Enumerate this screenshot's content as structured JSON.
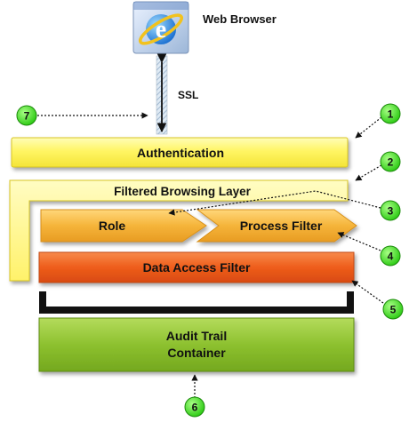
{
  "browser": {
    "label": "Web Browser",
    "icon": "internet-explorer-icon"
  },
  "connection": {
    "label": "SSL"
  },
  "layers": {
    "authentication": "Authentication",
    "filtered_browsing": "Filtered Browsing Layer",
    "role": "Role",
    "process_filter": "Process Filter",
    "data_access_filter": "Data Access Filter",
    "audit_trail_line1": "Audit Trail",
    "audit_trail_line2": "Container"
  },
  "callouts": [
    "1",
    "2",
    "3",
    "4",
    "5",
    "6",
    "7"
  ],
  "colors": {
    "yellow": "#fff35a",
    "yellow_light": "#fffbb0",
    "orange": "#f0ad2e",
    "red_orange": "#ee5d1b",
    "green_box": "#8dc12f",
    "green_circle": "#39e11c",
    "black": "#111111"
  }
}
